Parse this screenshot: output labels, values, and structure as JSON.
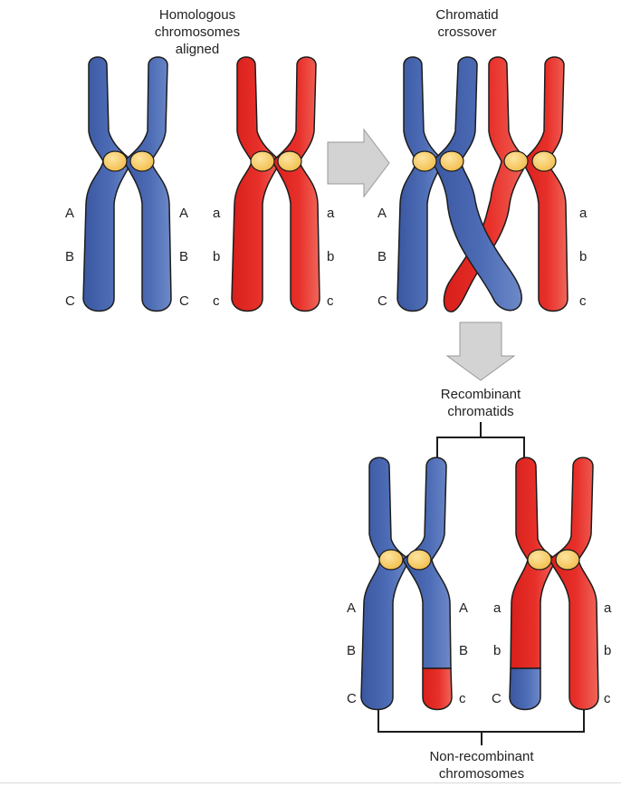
{
  "titles": {
    "homologous": [
      "Homologous",
      "chromosomes",
      "aligned"
    ],
    "crossover": [
      "Chromatid",
      "crossover"
    ],
    "recombinant": [
      "Recombinant",
      "chromatids"
    ],
    "nonrecombinant": [
      "Non-recombinant",
      "chromosomes"
    ]
  },
  "genes": {
    "upper": [
      "A",
      "B",
      "C"
    ],
    "lower": [
      "a",
      "b",
      "c"
    ]
  },
  "colors": {
    "blue": "#4565ae",
    "blue_dark": "#2e4a8c",
    "red": "#e52a24",
    "red_dark": "#b81a17",
    "centromere": "#f6c85f",
    "arrow": "#d3d3d3",
    "outline": "#1c1c1c"
  }
}
